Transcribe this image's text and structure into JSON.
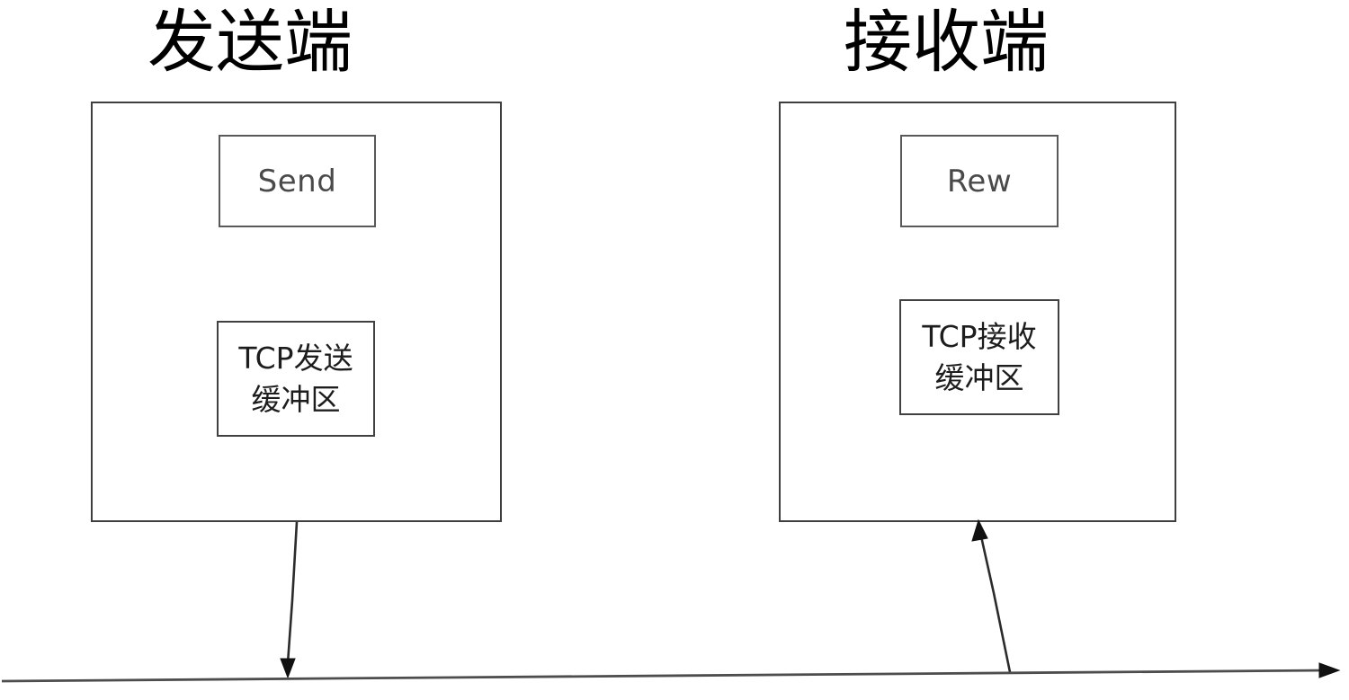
{
  "diagram": {
    "title_sender": "发送端",
    "title_receiver": "接收端",
    "sender": {
      "app_label": "Send",
      "buffer_line1": "TCP发送",
      "buffer_line2": "缓冲区"
    },
    "receiver": {
      "app_label": "Rew",
      "buffer_line1": "TCP接收",
      "buffer_line2": "缓冲区"
    },
    "colors": {
      "stroke": "#3f3f3f",
      "text": "#1d1d1d",
      "app_text": "#4a4a4a",
      "background": "#ffffff",
      "network_line": "#4d4d4d"
    },
    "arrows": {
      "send_to_network": "down-arrow",
      "network_to_receive": "up-arrow",
      "network_direction": "right-arrow"
    }
  }
}
